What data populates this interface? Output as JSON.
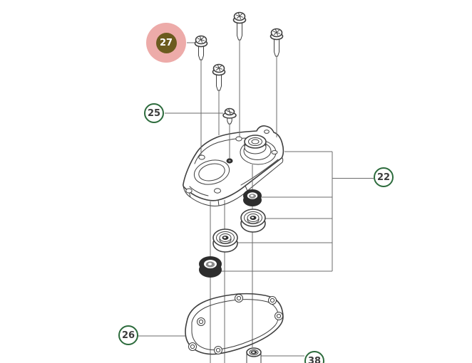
{
  "diagram": {
    "type": "exploded-parts-diagram",
    "callouts": [
      {
        "label": "27",
        "highlighted": true,
        "part": "flange-screw"
      },
      {
        "label": "25",
        "highlighted": false,
        "part": "small-flange-screw"
      },
      {
        "label": "22",
        "highlighted": false,
        "part": "bearing-cover-assembly"
      },
      {
        "label": "26",
        "highlighted": false,
        "part": "gasket"
      },
      {
        "label": "38",
        "highlighted": false,
        "part": "sleeve-bushing"
      }
    ],
    "colors": {
      "highlight_fill": "#edaba9",
      "highlight_core": "#6b5b1e",
      "callout_ring": "#2c6b3c",
      "callout_text": "#3b3b3b",
      "line_art": "#3f3f3f",
      "background": "#ffffff"
    }
  }
}
